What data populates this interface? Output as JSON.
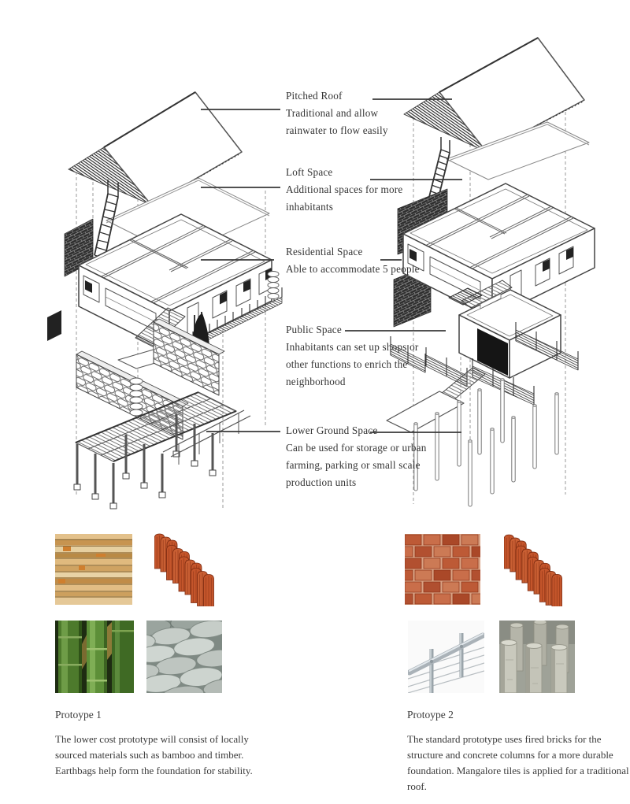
{
  "page": {
    "background": "#ffffff",
    "text_color": "#3a3a3a"
  },
  "annotations": [
    {
      "title": "Pitched Roof",
      "description": "Traditional and allow rainwater to flow easily"
    },
    {
      "title": "Loft Space",
      "description": "Additional spaces for more inhabitants"
    },
    {
      "title": "Residential Space",
      "description": "Able to accommodate 5 people"
    },
    {
      "title": "Public Space",
      "description": "Inhabitants can set up shops or other functions to enrich the neighborhood"
    },
    {
      "title": "Lower Ground Space",
      "description": "Can be used for storage or urban farming, parking or small scale production units"
    }
  ],
  "prototypes": [
    {
      "title": "Protoype 1",
      "description": "The lower cost prototype will consist of locally sourced materials such as bamboo and timber. Earthbags help form the foundation for stability.",
      "materials": [
        "bamboo-timber-planks",
        "mangalore-roof-tiles",
        "bamboo-poles",
        "earthbags"
      ]
    },
    {
      "title": "Protoype 2",
      "description": "The standard prototype uses fired bricks for the structure and concrete columns for a more durable foundation. Mangalore tiles is applied for a traditional roof.",
      "materials": [
        "fired-bricks",
        "mangalore-roof-tiles",
        "steel-railing",
        "concrete-columns"
      ]
    }
  ],
  "palette": {
    "line_dark": "#3a3a3a",
    "drawing_stroke": "#4a4a4a",
    "tile_orange": "#c4552b",
    "bamboo_tan": "#d7b278",
    "bamboo_green": "#5d8f38",
    "earthbag_gray": "#c6cdc8",
    "brick_red": "#bd5a36",
    "concrete_gray": "#c9c9bd"
  }
}
